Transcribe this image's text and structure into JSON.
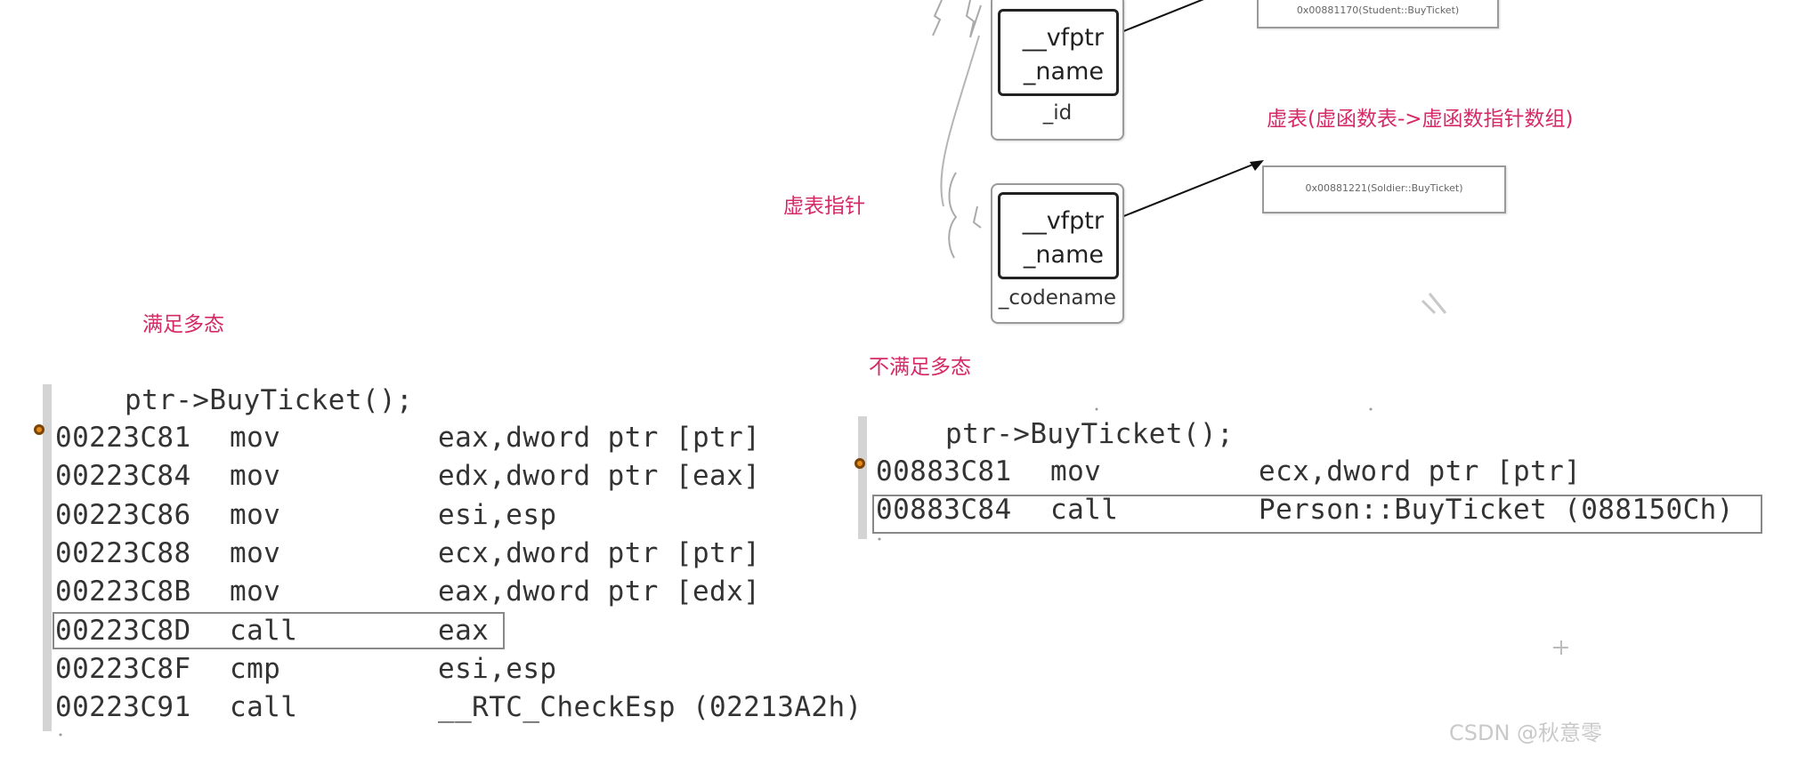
{
  "diagram": {
    "obj1": {
      "f1": "__vfptr",
      "f2": "_name",
      "f3": "_id"
    },
    "obj2": {
      "f1": "__vfptr",
      "f2": "_name",
      "f3": "_codename"
    },
    "vtable1_entry": "0x00881170(Student::BuyTicket)",
    "vtable2_entry": "0x00881221(Soldier::BuyTicket)",
    "vtable_caption": "虚表(虚函数表->虚函数指针数组)",
    "vptr_caption": "虚表指针"
  },
  "left_panel": {
    "caption": "满足多态",
    "header": "ptr->BuyTicket();",
    "lines": [
      {
        "addr": "00223C81",
        "op": "mov",
        "arg": "eax,dword ptr [ptr]"
      },
      {
        "addr": "00223C84",
        "op": "mov",
        "arg": "edx,dword ptr [eax]"
      },
      {
        "addr": "00223C86",
        "op": "mov",
        "arg": "esi,esp"
      },
      {
        "addr": "00223C88",
        "op": "mov",
        "arg": "ecx,dword ptr [ptr]"
      },
      {
        "addr": "00223C8B",
        "op": "mov",
        "arg": "eax,dword ptr [edx]"
      },
      {
        "addr": "00223C8D",
        "op": "call",
        "arg": "eax"
      },
      {
        "addr": "00223C8F",
        "op": "cmp",
        "arg": "esi,esp"
      },
      {
        "addr": "00223C91",
        "op": "call",
        "arg": "__RTC_CheckEsp (02213A2h)"
      }
    ]
  },
  "right_panel": {
    "caption": "不满足多态",
    "header": "ptr->BuyTicket();",
    "lines": [
      {
        "addr": "00883C81",
        "op": "mov",
        "arg": "ecx,dword ptr [ptr]"
      },
      {
        "addr": "00883C84",
        "op": "call",
        "arg": "Person::BuyTicket (088150Ch)"
      }
    ]
  },
  "watermark": "CSDN @秋意零",
  "colors": {
    "caption": "#d62a67",
    "breakpoint": "#e88a17"
  }
}
